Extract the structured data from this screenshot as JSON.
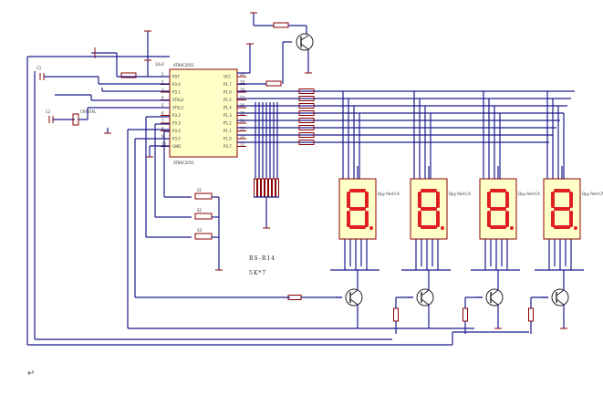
{
  "labels": {
    "board": "RS-R14",
    "freq": "5K*7"
  },
  "chip_pins_left": [
    "RST",
    "P3.0",
    "P3.1",
    "XTAL2",
    "XTAL1",
    "P3.2",
    "P3.3",
    "P3.4",
    "P3.5",
    "GND"
  ],
  "chip_pins_right": [
    "VCC",
    "P1.7",
    "P1.6",
    "P1.5",
    "P1.4",
    "P1.3",
    "P1.2",
    "P1.1",
    "P1.0",
    "P3.7"
  ],
  "displays": [
    "Dpy Red-CA",
    "Dpy Red-CA",
    "Dpy Red-CA",
    "Dpy Red-CA"
  ],
  "colors": {
    "wire": "#1a1a8c",
    "part": "#8b0000",
    "segment": "#e02020",
    "body": "#ffffc8"
  },
  "footer_mark": "↵"
}
